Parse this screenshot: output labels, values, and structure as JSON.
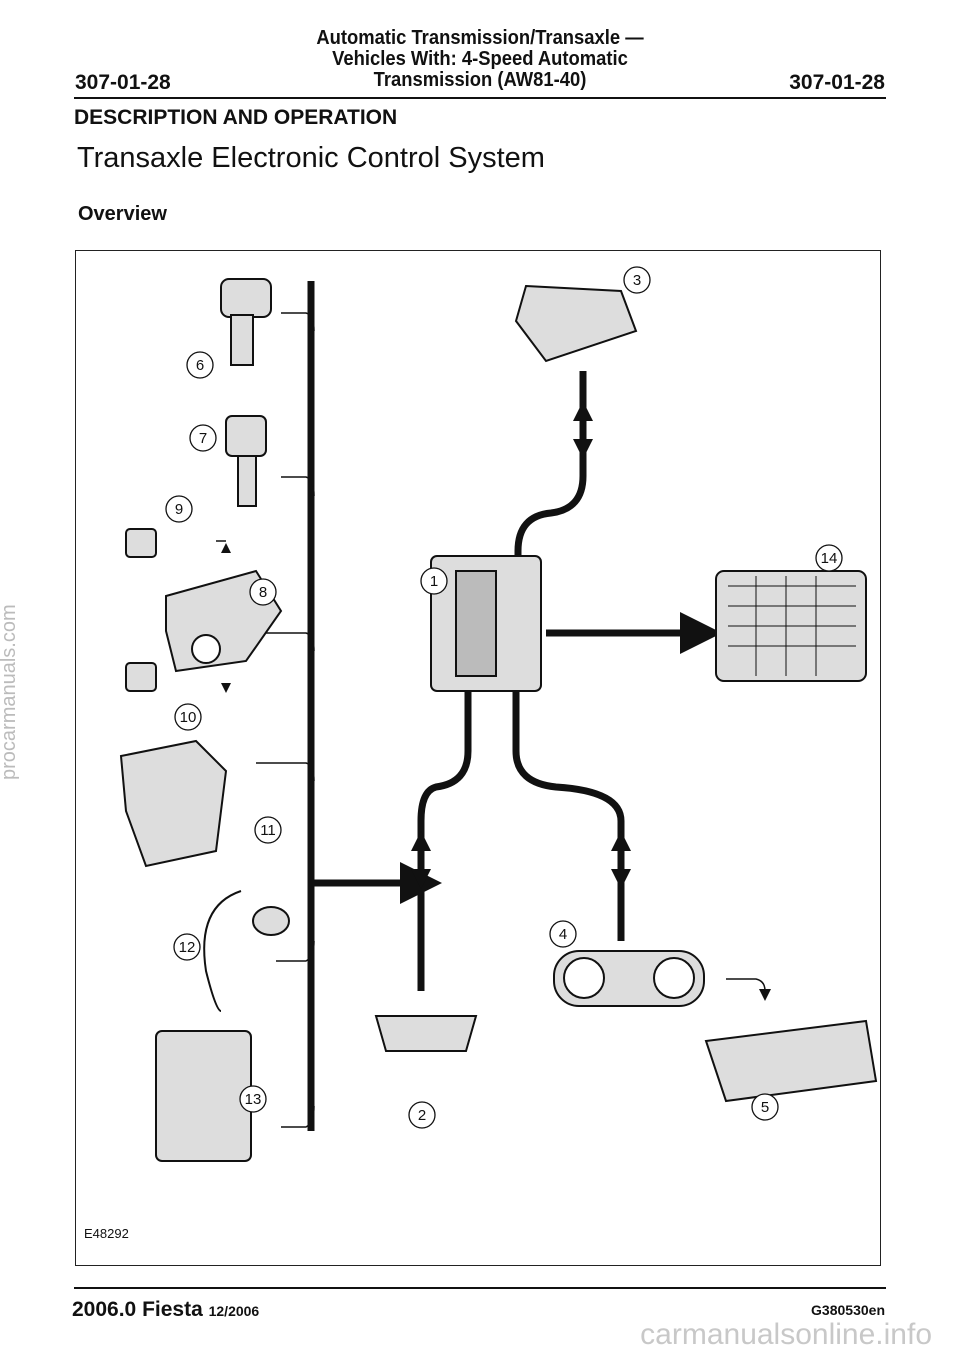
{
  "header": {
    "title_line1": "Automatic Transmission/Transaxle —",
    "title_line2": "Vehicles With: 4-Speed Automatic",
    "title_line3": "Transmission (AW81-40)",
    "page_number_left": "307-01-28",
    "page_number_right": "307-01-28"
  },
  "section": "DESCRIPTION AND OPERATION",
  "title": "Transaxle Electronic Control System",
  "subtitle": "Overview",
  "diagram": {
    "figure_id": "E48292",
    "callouts": [
      "1",
      "2",
      "3",
      "4",
      "5",
      "6",
      "7",
      "8",
      "9",
      "10",
      "11",
      "12",
      "13",
      "14"
    ]
  },
  "footer": {
    "model": "2006.0 Fiesta",
    "date": "12/2006",
    "code": "G380530en"
  },
  "watermarks": {
    "side": "procarmanuals.com",
    "bottom": "carmanualsonline.info"
  }
}
